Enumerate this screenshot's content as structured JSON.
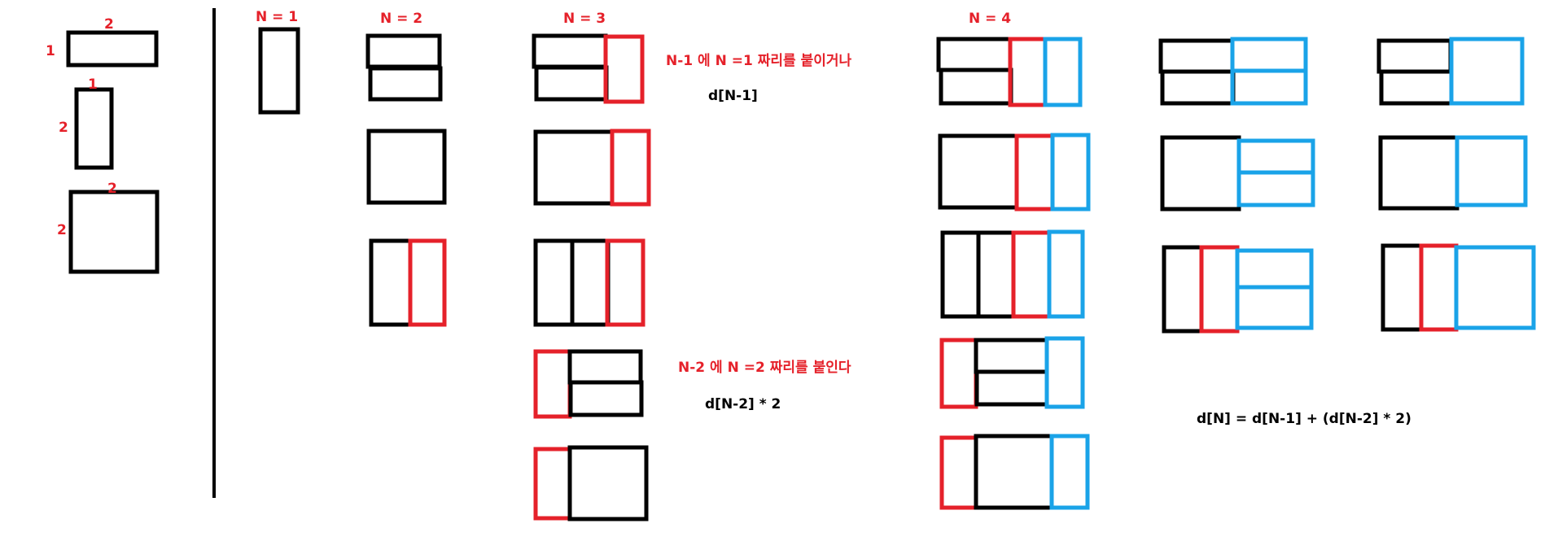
{
  "colors": {
    "black": "#000000",
    "red": "#e5212a",
    "blue": "#1aa3e8"
  },
  "legend": {
    "tile_1x2": {
      "short_side": "1",
      "long_side": "2"
    },
    "tile_2x1": {
      "short_side": "1",
      "long_side": "2"
    },
    "tile_2x2": {
      "side_top": "2",
      "side_left": "2"
    }
  },
  "headers": {
    "n1": "N = 1",
    "n2": "N = 2",
    "n3": "N = 3",
    "n4": "N = 4"
  },
  "notes": {
    "case1_text": "N-1 에 N =1 짜리를 붙이거나",
    "case1_formula": "d[N-1]",
    "case2_text": "N-2 에 N =2 짜리를 붙인다",
    "case2_formula": "d[N-2] * 2",
    "recurrence": "d[N] = d[N-1] + (d[N-2] * 2)"
  }
}
